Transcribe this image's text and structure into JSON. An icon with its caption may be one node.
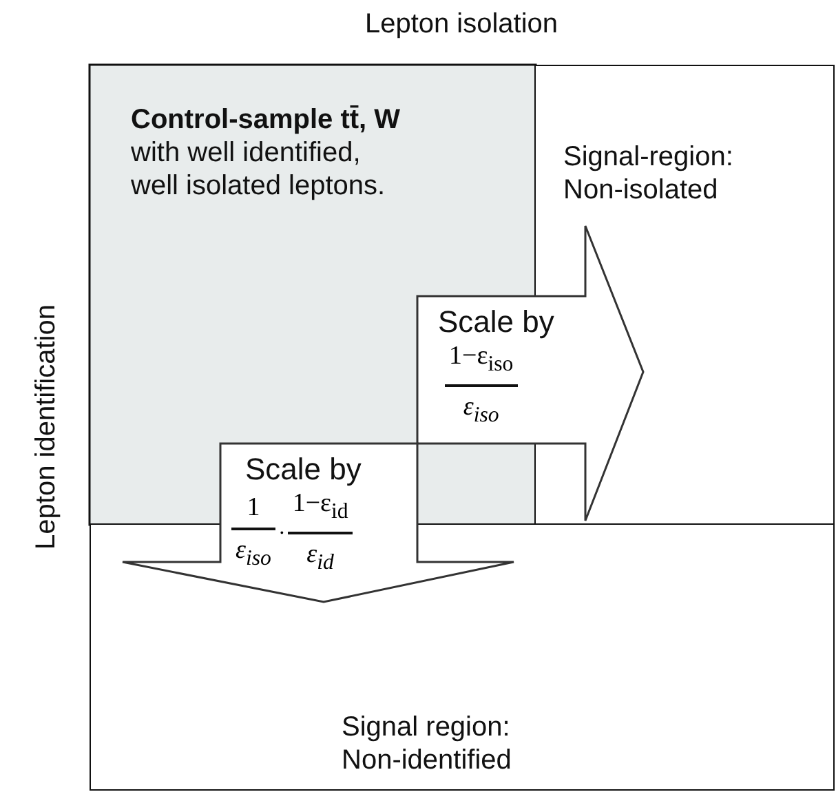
{
  "diagram": {
    "nodes": [
      {
        "text": [
          "Control-sample tt̄, W",
          "with well identified, well isolated leptons."
        ]
      },
      {
        "text": [
          "Signal-region: Non-isolated"
        ]
      },
      {
        "text": [
          "Signal region: Non-identified"
        ]
      },
      {
        "text": [
          "Scale by",
          "1−ε$_{iso}$",
          "ε$_{iso}$"
        ]
      },
      {
        "text": [
          "Scale by",
          "1",
          "ε$_{iso}$",
          "·",
          "1−ε$_{id}$",
          "ε$_{id}$"
        ]
      }
    ],
    "edges": [
      {
        "from": 0,
        "to": 1,
        "arrow": "to"
      },
      {
        "from": 0,
        "to": 2,
        "arrow": "to"
      }
    ],
    "labels": [
      "Lepton isolation",
      "Lepton identification"
    ]
  }
}
